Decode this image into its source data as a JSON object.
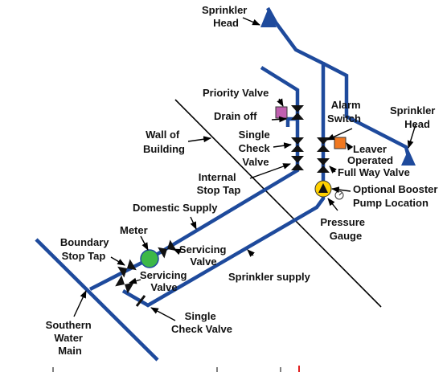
{
  "labels": {
    "sprinkler_head_top": [
      "Sprinkler",
      "Head"
    ],
    "sprinkler_head_right": [
      "Sprinkler",
      "Head"
    ],
    "priority_valve": "Priority Valve",
    "drain_off": "Drain off",
    "alarm_switch": [
      "Alarm",
      "Switch"
    ],
    "wall_of_building": [
      "Wall of",
      "Building"
    ],
    "single_check_valve_upper": [
      "Single",
      "Check",
      "Valve"
    ],
    "leaver_operated": [
      "Leaver",
      "Operated",
      "Full Way Valve"
    ],
    "internal_stop_tap": [
      "Internal",
      "Stop Tap"
    ],
    "optional_booster": [
      "Optional Booster",
      "Pump Location"
    ],
    "domestic_supply": "Domestic Supply",
    "pressure_gauge": [
      "Pressure",
      "Gauge"
    ],
    "meter": "Meter",
    "boundary_stop_tap": [
      "Boundary",
      "Stop Tap"
    ],
    "servicing_valve_upper": [
      "Servicing",
      "Valve"
    ],
    "servicing_valve_lower": [
      "Servicing",
      "Valve"
    ],
    "sprinkler_supply": "Sprinkler supply",
    "southern_water_main": [
      "Southern",
      "Water",
      "Main"
    ],
    "single_check_valve_lower": [
      "Single",
      "Check Valve"
    ]
  },
  "colors": {
    "pipe": "#1e4a9c",
    "priority_valve_fill": "#c060b0",
    "alarm_switch_fill": "#f07820",
    "meter_fill": "#3cb848",
    "pump_fill": "#ffd000",
    "sprinkler_head_fill": "#1e4a9c"
  }
}
